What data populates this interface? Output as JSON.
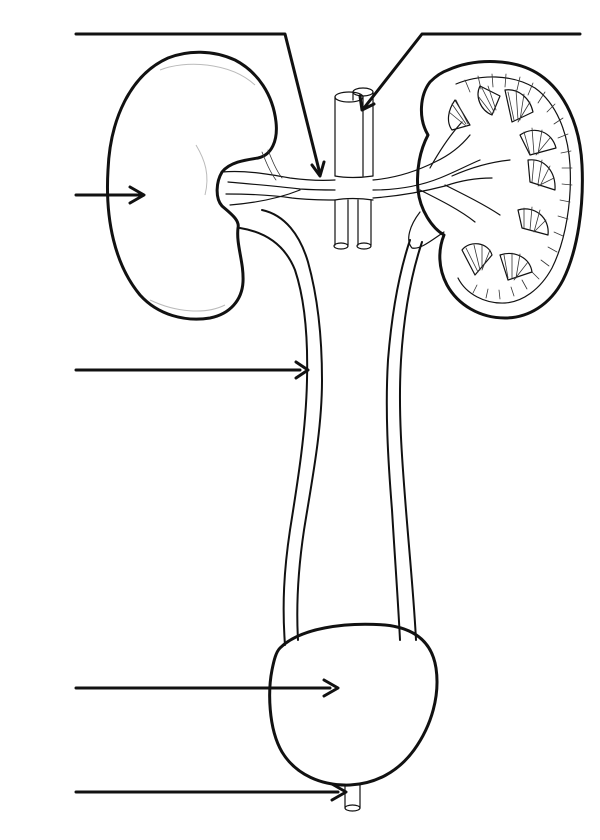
{
  "diagram": {
    "kind": "unlabeled-anatomy-worksheet",
    "subject": "urinary-system",
    "label_lines": [
      {
        "id": "renal-vessels",
        "text": ""
      },
      {
        "id": "blood-vessel-top",
        "text": ""
      },
      {
        "id": "kidney",
        "text": ""
      },
      {
        "id": "ureter",
        "text": ""
      },
      {
        "id": "bladder",
        "text": ""
      },
      {
        "id": "urethra",
        "text": ""
      }
    ],
    "colors": {
      "ink": "#111111",
      "background": "#ffffff"
    }
  }
}
